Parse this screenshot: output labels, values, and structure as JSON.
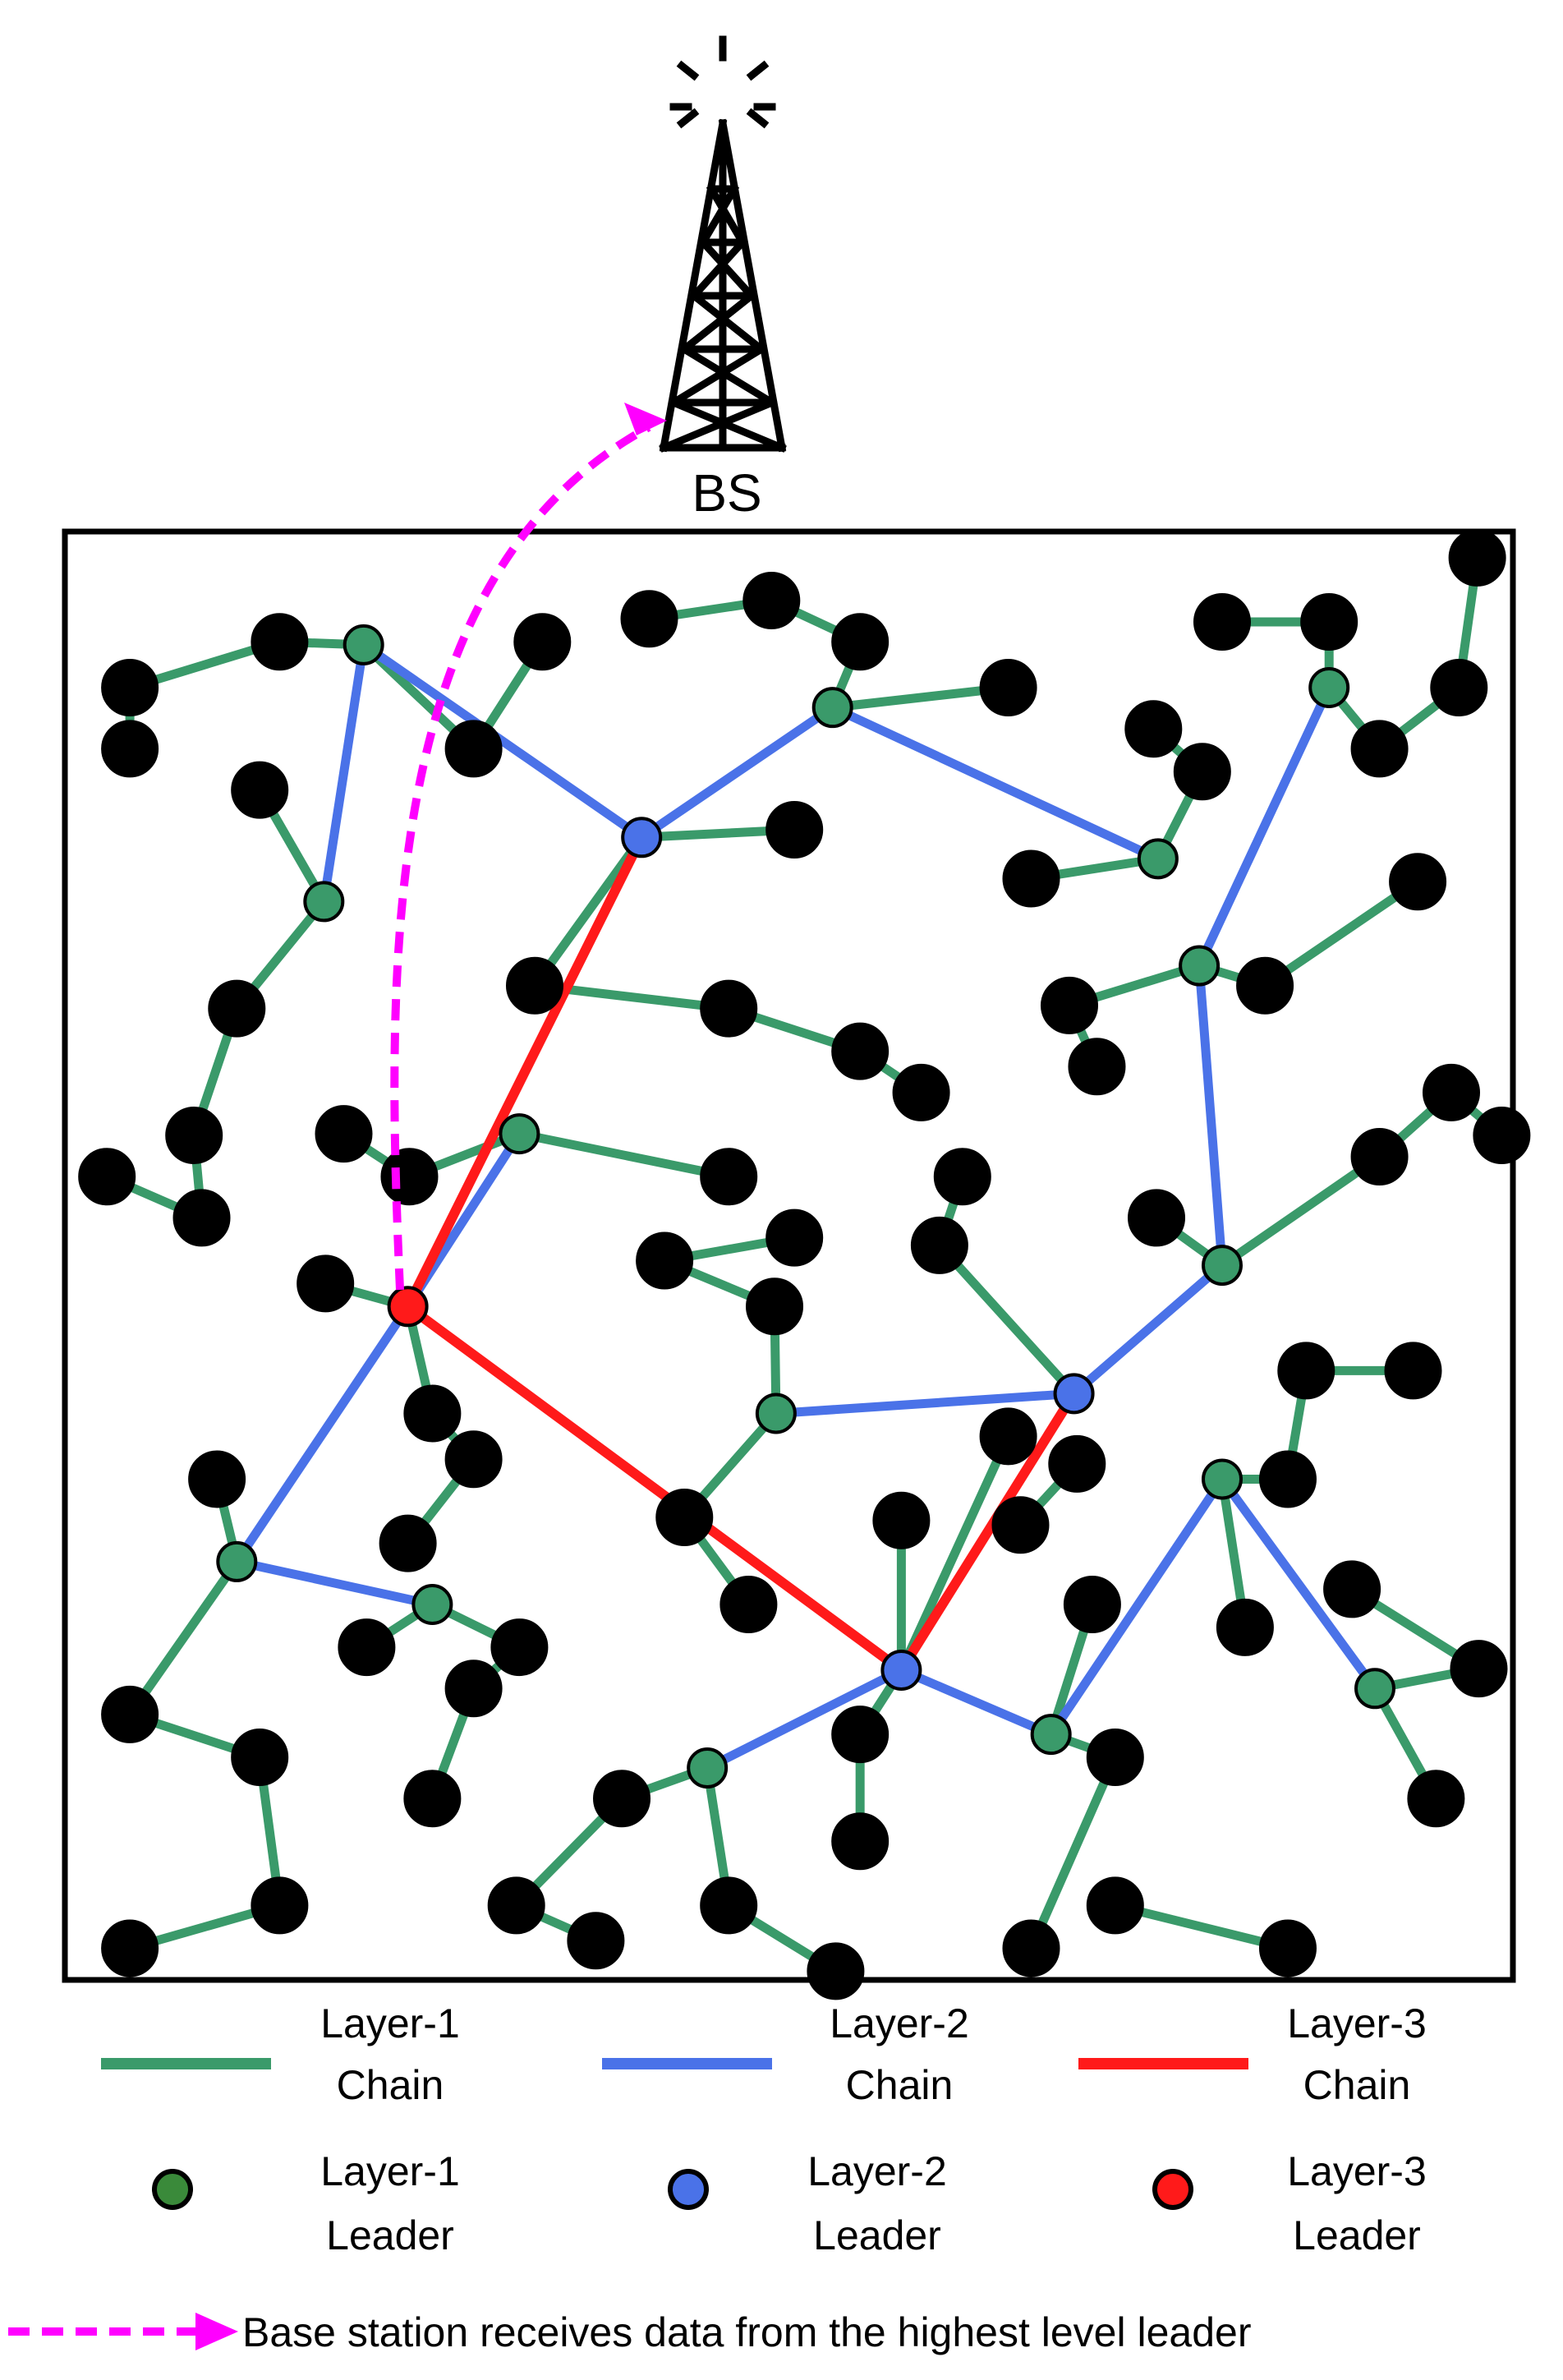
{
  "colors": {
    "layer1": "#3a9a6a",
    "layer2": "#4a72e8",
    "layer3": "#ff1a1a",
    "node": "#000000",
    "layer1_leader_legend": "#3a8a3a",
    "arrow": "#ff00ff"
  },
  "tower": {
    "label": "BS",
    "icon": "antenna-tower-icon"
  },
  "legend": {
    "layer1_chain": [
      "Layer-1",
      "Chain"
    ],
    "layer2_chain": [
      "Layer-2",
      "Chain"
    ],
    "layer3_chain": [
      "Layer-3",
      "Chain"
    ],
    "layer1_leader": [
      "Layer-1",
      "Leader"
    ],
    "layer2_leader": [
      "Layer-2",
      "Leader"
    ],
    "layer3_leader": [
      "Layer-3",
      "Leader"
    ]
  },
  "caption": "Base station receives data from the highest level leader",
  "network": {
    "members": [
      [
        85,
        450
      ],
      [
        85,
        490
      ],
      [
        183,
        420
      ],
      [
        355,
        420
      ],
      [
        310,
        490
      ],
      [
        425,
        405
      ],
      [
        505,
        393
      ],
      [
        563,
        420
      ],
      [
        660,
        450
      ],
      [
        800,
        407
      ],
      [
        870,
        407
      ],
      [
        967,
        365
      ],
      [
        955,
        450
      ],
      [
        903,
        490
      ],
      [
        755,
        477
      ],
      [
        787,
        505
      ],
      [
        520,
        543
      ],
      [
        170,
        517
      ],
      [
        155,
        660
      ],
      [
        127,
        743
      ],
      [
        132,
        797
      ],
      [
        70,
        770
      ],
      [
        225,
        742
      ],
      [
        268,
        770
      ],
      [
        350,
        645
      ],
      [
        477,
        660
      ],
      [
        563,
        688
      ],
      [
        603,
        715
      ],
      [
        477,
        770
      ],
      [
        700,
        658
      ],
      [
        718,
        698
      ],
      [
        928,
        577
      ],
      [
        828,
        645
      ],
      [
        675,
        575
      ],
      [
        950,
        715
      ],
      [
        983,
        743
      ],
      [
        903,
        757
      ],
      [
        757,
        797
      ],
      [
        630,
        770
      ],
      [
        615,
        815
      ],
      [
        435,
        825
      ],
      [
        520,
        810
      ],
      [
        507,
        855
      ],
      [
        213,
        840
      ],
      [
        283,
        925
      ],
      [
        310,
        955
      ],
      [
        267,
        1010
      ],
      [
        142,
        968
      ],
      [
        448,
        993
      ],
      [
        490,
        1050
      ],
      [
        590,
        995
      ],
      [
        660,
        940
      ],
      [
        705,
        958
      ],
      [
        668,
        998
      ],
      [
        855,
        897
      ],
      [
        925,
        897
      ],
      [
        843,
        968
      ],
      [
        885,
        1040
      ],
      [
        968,
        1092
      ],
      [
        940,
        1177
      ],
      [
        815,
        1065
      ],
      [
        715,
        1050
      ],
      [
        240,
        1078
      ],
      [
        340,
        1078
      ],
      [
        310,
        1105
      ],
      [
        283,
        1177
      ],
      [
        85,
        1122
      ],
      [
        170,
        1150
      ],
      [
        183,
        1247
      ],
      [
        85,
        1275
      ],
      [
        563,
        1135
      ],
      [
        563,
        1205
      ],
      [
        407,
        1177
      ],
      [
        338,
        1247
      ],
      [
        390,
        1270
      ],
      [
        477,
        1247
      ],
      [
        547,
        1290
      ],
      [
        730,
        1150
      ],
      [
        730,
        1247
      ],
      [
        675,
        1275
      ],
      [
        843,
        1275
      ]
    ],
    "l1_leaders": [
      [
        238,
        422
      ],
      [
        545,
        463
      ],
      [
        758,
        562
      ],
      [
        212,
        590
      ],
      [
        340,
        742
      ],
      [
        870,
        450
      ],
      [
        785,
        632
      ],
      [
        508,
        925
      ],
      [
        155,
        1022
      ],
      [
        283,
        1050
      ],
      [
        800,
        968
      ],
      [
        900,
        1105
      ],
      [
        463,
        1157
      ],
      [
        688,
        1135
      ],
      [
        800,
        828
      ]
    ],
    "l2_leaders": [
      [
        420,
        548
      ],
      [
        703,
        912
      ],
      [
        590,
        1093
      ]
    ],
    "l3_leaders": [
      [
        267,
        855
      ]
    ],
    "l1_edges": [
      [
        [
          85,
          450
        ],
        [
          85,
          490
        ]
      ],
      [
        [
          85,
          450
        ],
        [
          183,
          420
        ]
      ],
      [
        [
          183,
          420
        ],
        [
          238,
          422
        ]
      ],
      [
        [
          238,
          422
        ],
        [
          310,
          490
        ]
      ],
      [
        [
          310,
          490
        ],
        [
          355,
          420
        ]
      ],
      [
        [
          425,
          405
        ],
        [
          505,
          393
        ]
      ],
      [
        [
          505,
          393
        ],
        [
          563,
          420
        ]
      ],
      [
        [
          563,
          420
        ],
        [
          545,
          463
        ]
      ],
      [
        [
          545,
          463
        ],
        [
          660,
          450
        ]
      ],
      [
        [
          800,
          407
        ],
        [
          870,
          407
        ]
      ],
      [
        [
          870,
          407
        ],
        [
          870,
          450
        ]
      ],
      [
        [
          870,
          450
        ],
        [
          903,
          490
        ]
      ],
      [
        [
          903,
          490
        ],
        [
          955,
          450
        ]
      ],
      [
        [
          955,
          450
        ],
        [
          967,
          365
        ]
      ],
      [
        [
          755,
          477
        ],
        [
          787,
          505
        ]
      ],
      [
        [
          787,
          505
        ],
        [
          758,
          562
        ]
      ],
      [
        [
          758,
          562
        ],
        [
          675,
          575
        ]
      ],
      [
        [
          420,
          548
        ],
        [
          520,
          543
        ]
      ],
      [
        [
          420,
          548
        ],
        [
          350,
          645
        ]
      ],
      [
        [
          350,
          645
        ],
        [
          477,
          660
        ]
      ],
      [
        [
          477,
          660
        ],
        [
          563,
          688
        ]
      ],
      [
        [
          563,
          688
        ],
        [
          603,
          715
        ]
      ],
      [
        [
          170,
          517
        ],
        [
          212,
          590
        ]
      ],
      [
        [
          212,
          590
        ],
        [
          155,
          660
        ]
      ],
      [
        [
          155,
          660
        ],
        [
          127,
          743
        ]
      ],
      [
        [
          127,
          743
        ],
        [
          132,
          797
        ]
      ],
      [
        [
          132,
          797
        ],
        [
          70,
          770
        ]
      ],
      [
        [
          225,
          742
        ],
        [
          268,
          770
        ]
      ],
      [
        [
          268,
          770
        ],
        [
          340,
          742
        ]
      ],
      [
        [
          340,
          742
        ],
        [
          477,
          770
        ]
      ],
      [
        [
          700,
          658
        ],
        [
          785,
          632
        ]
      ],
      [
        [
          700,
          658
        ],
        [
          718,
          698
        ]
      ],
      [
        [
          785,
          632
        ],
        [
          828,
          645
        ]
      ],
      [
        [
          828,
          645
        ],
        [
          928,
          577
        ]
      ],
      [
        [
          800,
          828
        ],
        [
          903,
          757
        ]
      ],
      [
        [
          903,
          757
        ],
        [
          950,
          715
        ]
      ],
      [
        [
          950,
          715
        ],
        [
          983,
          743
        ]
      ],
      [
        [
          757,
          797
        ],
        [
          800,
          828
        ]
      ],
      [
        [
          630,
          770
        ],
        [
          615,
          815
        ]
      ],
      [
        [
          615,
          815
        ],
        [
          703,
          912
        ]
      ],
      [
        [
          435,
          825
        ],
        [
          520,
          810
        ]
      ],
      [
        [
          435,
          825
        ],
        [
          507,
          855
        ]
      ],
      [
        [
          507,
          855
        ],
        [
          508,
          925
        ]
      ],
      [
        [
          508,
          925
        ],
        [
          448,
          993
        ]
      ],
      [
        [
          448,
          993
        ],
        [
          490,
          1050
        ]
      ],
      [
        [
          213,
          840
        ],
        [
          267,
          855
        ]
      ],
      [
        [
          267,
          855
        ],
        [
          283,
          925
        ]
      ],
      [
        [
          283,
          925
        ],
        [
          310,
          955
        ]
      ],
      [
        [
          310,
          955
        ],
        [
          267,
          1010
        ]
      ],
      [
        [
          142,
          968
        ],
        [
          155,
          1022
        ]
      ],
      [
        [
          155,
          1022
        ],
        [
          85,
          1122
        ]
      ],
      [
        [
          85,
          1122
        ],
        [
          170,
          1150
        ]
      ],
      [
        [
          170,
          1150
        ],
        [
          183,
          1247
        ]
      ],
      [
        [
          183,
          1247
        ],
        [
          85,
          1275
        ]
      ],
      [
        [
          240,
          1078
        ],
        [
          283,
          1050
        ]
      ],
      [
        [
          283,
          1050
        ],
        [
          340,
          1078
        ]
      ],
      [
        [
          340,
          1078
        ],
        [
          310,
          1105
        ]
      ],
      [
        [
          310,
          1105
        ],
        [
          283,
          1177
        ]
      ],
      [
        [
          590,
          995
        ],
        [
          590,
          1093
        ]
      ],
      [
        [
          590,
          1093
        ],
        [
          660,
          940
        ]
      ],
      [
        [
          705,
          958
        ],
        [
          668,
          998
        ]
      ],
      [
        [
          855,
          897
        ],
        [
          925,
          897
        ]
      ],
      [
        [
          855,
          897
        ],
        [
          843,
          968
        ]
      ],
      [
        [
          843,
          968
        ],
        [
          800,
          968
        ]
      ],
      [
        [
          800,
          968
        ],
        [
          815,
          1065
        ]
      ],
      [
        [
          885,
          1040
        ],
        [
          968,
          1092
        ]
      ],
      [
        [
          968,
          1092
        ],
        [
          900,
          1105
        ]
      ],
      [
        [
          900,
          1105
        ],
        [
          940,
          1177
        ]
      ],
      [
        [
          563,
          1135
        ],
        [
          590,
          1093
        ]
      ],
      [
        [
          563,
          1205
        ],
        [
          563,
          1135
        ]
      ],
      [
        [
          407,
          1177
        ],
        [
          463,
          1157
        ]
      ],
      [
        [
          407,
          1177
        ],
        [
          338,
          1247
        ]
      ],
      [
        [
          338,
          1247
        ],
        [
          390,
          1270
        ]
      ],
      [
        [
          463,
          1157
        ],
        [
          477,
          1247
        ]
      ],
      [
        [
          477,
          1247
        ],
        [
          547,
          1290
        ]
      ],
      [
        [
          715,
          1050
        ],
        [
          688,
          1135
        ]
      ],
      [
        [
          688,
          1135
        ],
        [
          730,
          1150
        ]
      ],
      [
        [
          730,
          1150
        ],
        [
          675,
          1275
        ]
      ],
      [
        [
          730,
          1247
        ],
        [
          843,
          1275
        ]
      ]
    ],
    "l2_edges": [
      [
        [
          238,
          422
        ],
        [
          420,
          548
        ]
      ],
      [
        [
          238,
          422
        ],
        [
          212,
          590
        ]
      ],
      [
        [
          420,
          548
        ],
        [
          545,
          463
        ]
      ],
      [
        [
          545,
          463
        ],
        [
          758,
          562
        ]
      ],
      [
        [
          870,
          450
        ],
        [
          785,
          632
        ]
      ],
      [
        [
          785,
          632
        ],
        [
          800,
          828
        ]
      ],
      [
        [
          800,
          828
        ],
        [
          703,
          912
        ]
      ],
      [
        [
          703,
          912
        ],
        [
          508,
          925
        ]
      ],
      [
        [
          267,
          855
        ],
        [
          340,
          742
        ]
      ],
      [
        [
          267,
          855
        ],
        [
          155,
          1022
        ]
      ],
      [
        [
          155,
          1022
        ],
        [
          283,
          1050
        ]
      ],
      [
        [
          590,
          1093
        ],
        [
          463,
          1157
        ]
      ],
      [
        [
          590,
          1093
        ],
        [
          688,
          1135
        ]
      ],
      [
        [
          688,
          1135
        ],
        [
          800,
          968
        ]
      ],
      [
        [
          800,
          968
        ],
        [
          900,
          1105
        ]
      ]
    ],
    "l3_edges": [
      [
        [
          267,
          855
        ],
        [
          420,
          548
        ]
      ],
      [
        [
          267,
          855
        ],
        [
          590,
          1093
        ]
      ],
      [
        [
          590,
          1093
        ],
        [
          703,
          912
        ]
      ]
    ]
  }
}
